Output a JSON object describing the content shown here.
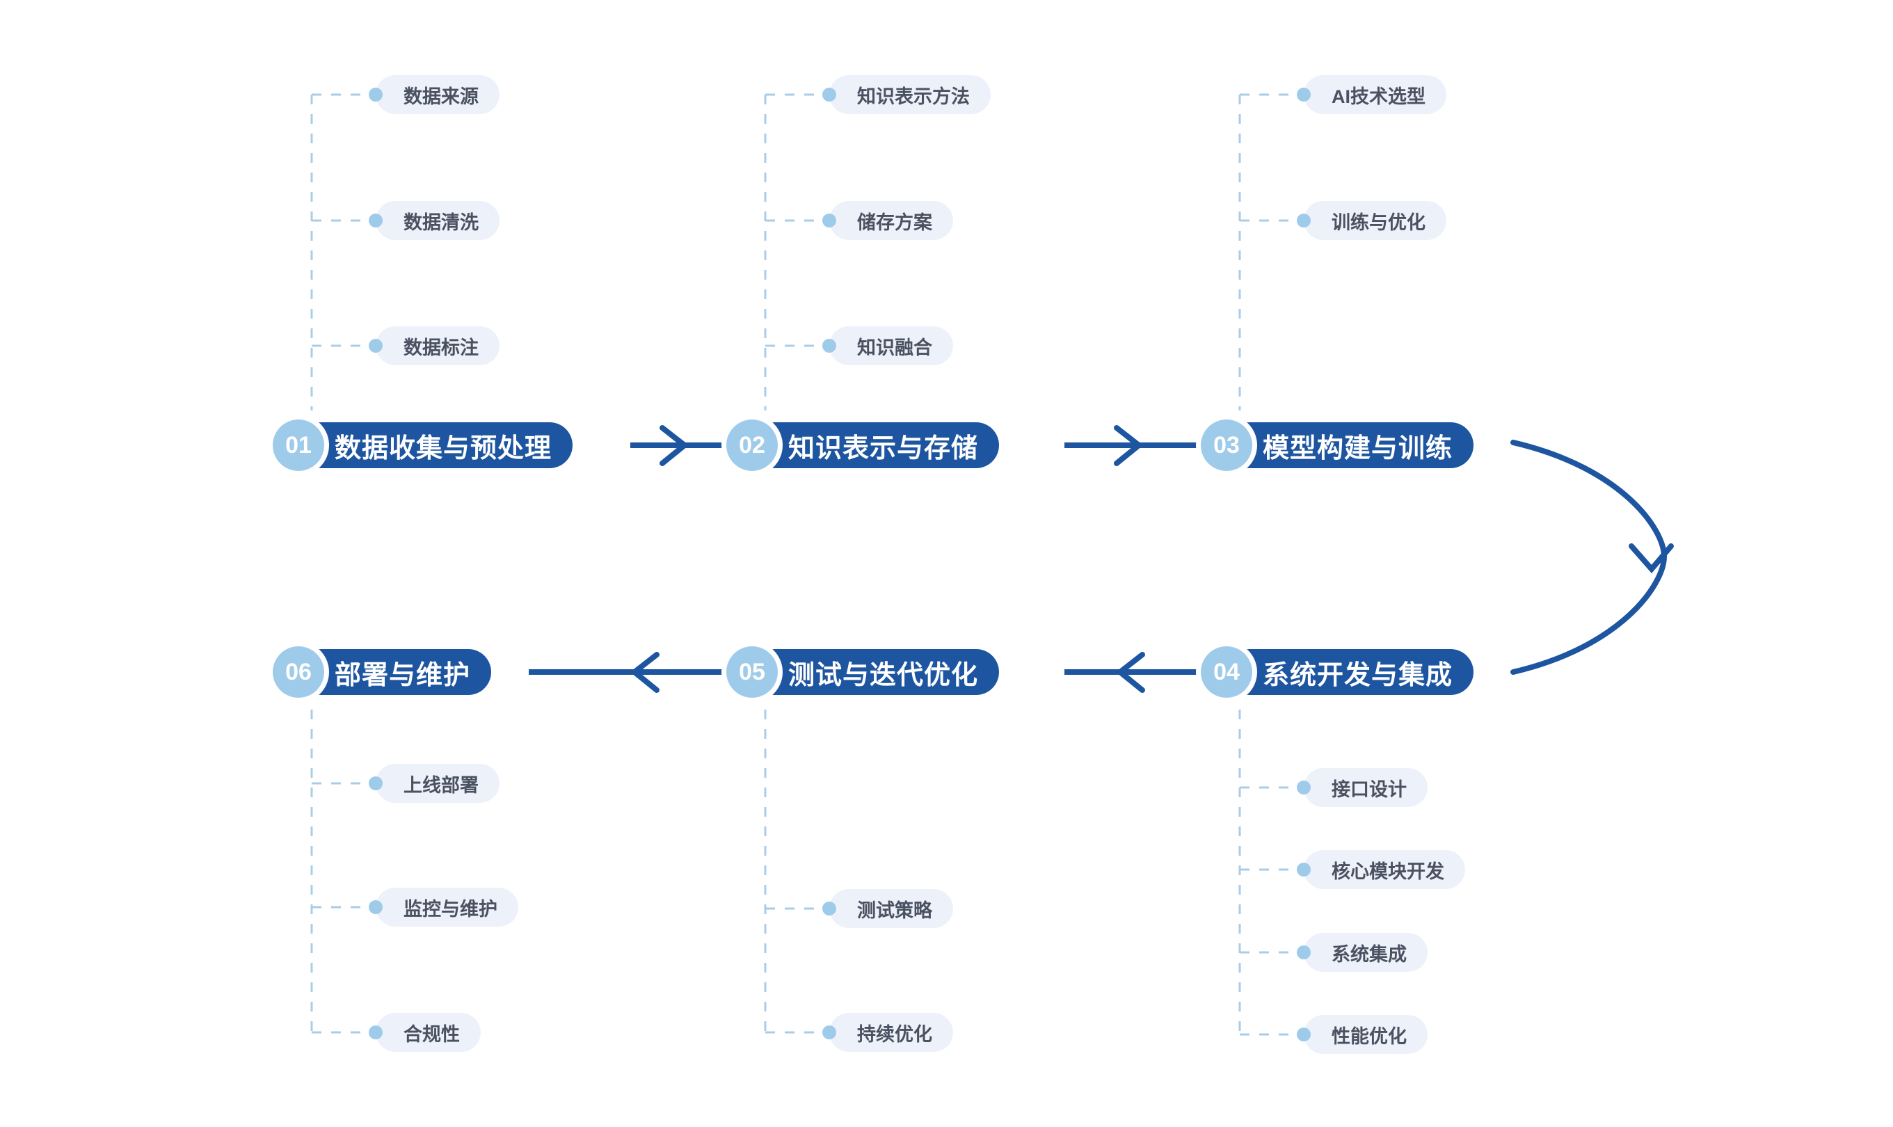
{
  "theme": {
    "background": "#ffffff",
    "stage_pill_color": "#1D55A0",
    "stage_badge_color": "#9FCBEA",
    "stage_label_color": "#ffffff",
    "sub_pill_color": "#EDF2FA",
    "sub_dot_color": "#9FCBEA",
    "sub_label_color": "#4A5160",
    "connector_color": "#1D55A0",
    "dashed_line_color": "#A9CCE8"
  },
  "diagram": {
    "type": "process-flow",
    "title": "",
    "direction": "serpentine-left-to-right-then-right-to-left",
    "stages": [
      {
        "number": "01",
        "label": "数据收集与预处理",
        "row": "top",
        "column": 1,
        "children": [
          "数据来源",
          "数据清洗",
          "数据标注"
        ]
      },
      {
        "number": "02",
        "label": "知识表示与存储",
        "row": "top",
        "column": 2,
        "children": [
          "知识表示方法",
          "储存方案",
          "知识融合"
        ]
      },
      {
        "number": "03",
        "label": "模型构建与训练",
        "row": "top",
        "column": 3,
        "children": [
          "AI技术选型",
          "训练与优化"
        ]
      },
      {
        "number": "04",
        "label": "系统开发与集成",
        "row": "bottom",
        "column": 3,
        "children": [
          "接口设计",
          "核心模块开发",
          "系统集成",
          "性能优化"
        ]
      },
      {
        "number": "05",
        "label": "测试与迭代优化",
        "row": "bottom",
        "column": 2,
        "children": [
          "测试策略",
          "持续优化"
        ]
      },
      {
        "number": "06",
        "label": "部署与维护",
        "row": "bottom",
        "column": 1,
        "children": [
          "上线部署",
          "监控与维护",
          "合规性"
        ]
      }
    ],
    "connectors": [
      {
        "from": "01",
        "to": "02",
        "shape": "straight",
        "direction": "right"
      },
      {
        "from": "02",
        "to": "03",
        "shape": "straight",
        "direction": "right"
      },
      {
        "from": "03",
        "to": "04",
        "shape": "curve",
        "direction": "down"
      },
      {
        "from": "04",
        "to": "05",
        "shape": "straight",
        "direction": "left"
      },
      {
        "from": "05",
        "to": "06",
        "shape": "straight",
        "direction": "left"
      }
    ]
  }
}
